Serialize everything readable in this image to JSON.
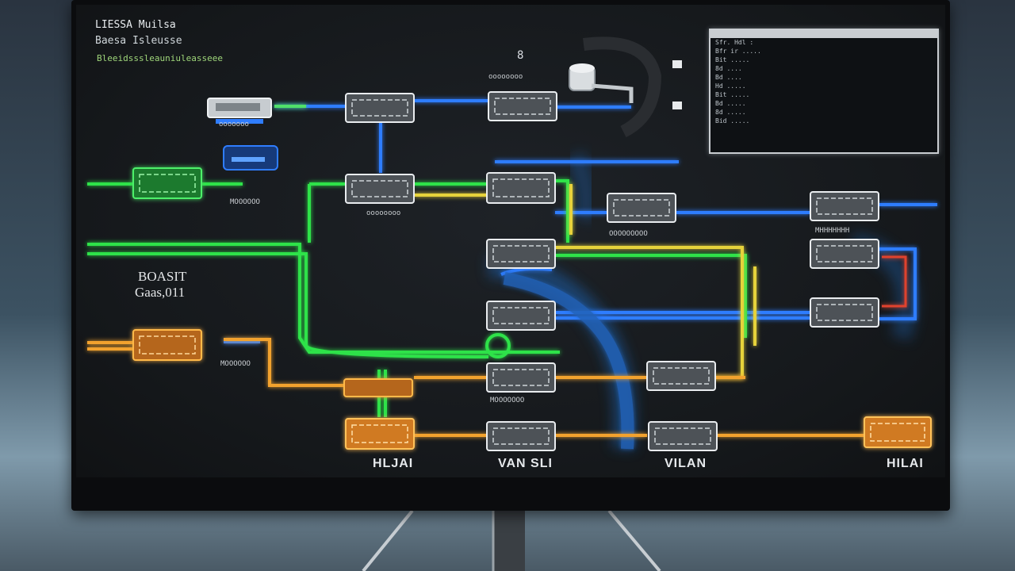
{
  "screen": {
    "header_lines": [
      "LIESSA Muilsa",
      "Baesa Isleusse",
      "Bleeidsssleauniuleasseee"
    ],
    "side_label_lines": [
      "BOASIT",
      "Gaas,011"
    ],
    "top_center_label": "8",
    "terminal": {
      "lines": [
        "Sfr.   Hdl   :  ",
        "Bfr ir .....",
        "Bit .....",
        "8d ....",
        "Bd ....",
        "Hd .....",
        "Bit .....",
        "Bd .....",
        "8d .....",
        "Bid ....."
      ]
    },
    "device_captions": {
      "top_left": "ooooooo",
      "green_left": "MOOOOOO",
      "orange_left": "MOOOOOO",
      "router_label": "oooooooo",
      "small_a": "oooooooo",
      "small_b": "OOOOOOOOO",
      "small_c": "MHHHHHHH",
      "small_d": "MOOOOOOO"
    },
    "vlan_labels": [
      "HLJAI",
      "VAN SLI",
      "VILAN",
      "HILAI"
    ]
  },
  "colors": {
    "blue": "#2f7dff",
    "green": "#2fe24a",
    "yellow": "#e6d23a",
    "orange": "#f2a22e",
    "red": "#e0422e"
  }
}
